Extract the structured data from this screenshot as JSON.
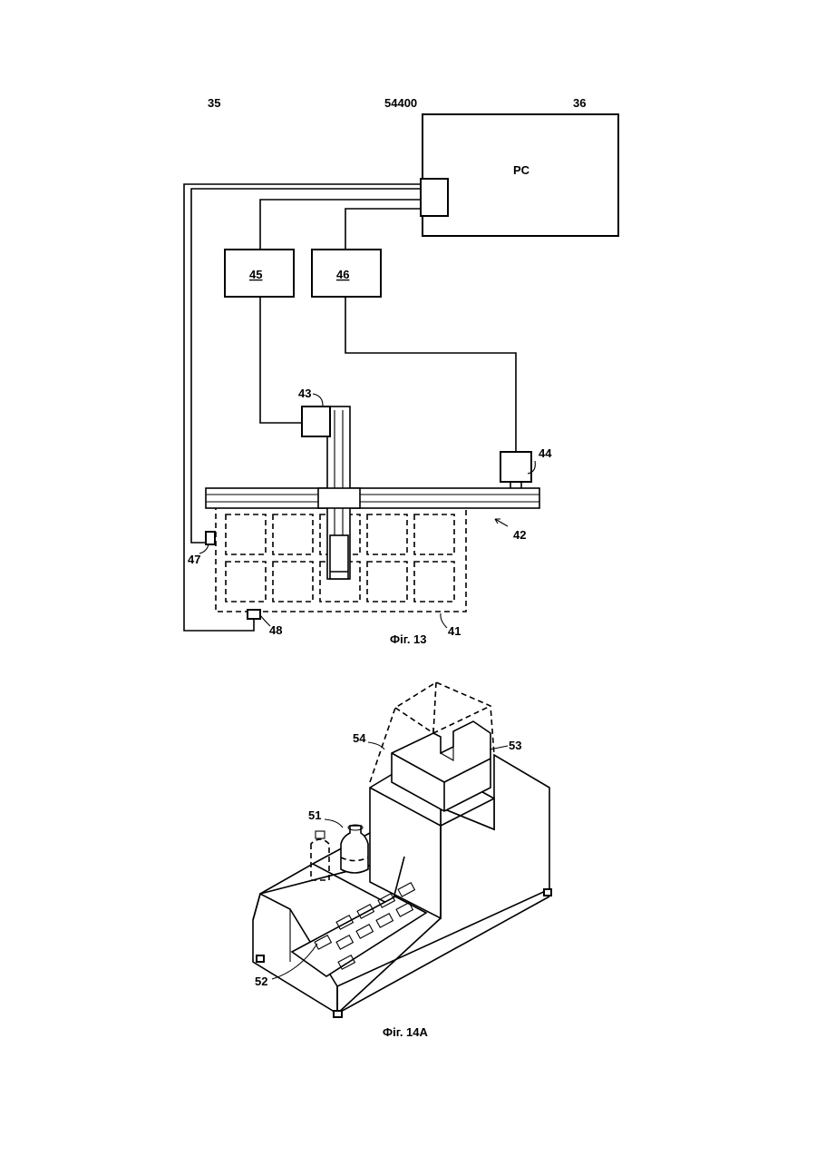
{
  "header": {
    "page_left": "35",
    "page_center": "54400",
    "page_right": "36"
  },
  "fig13": {
    "pc_label": "PC",
    "block_45": "45",
    "block_46": "46",
    "ref_43": "43",
    "ref_44": "44",
    "ref_42": "42",
    "ref_47": "47",
    "ref_48": "48",
    "ref_41": "41",
    "caption": "Фіг. 13"
  },
  "fig14a": {
    "ref_54": "54",
    "ref_53": "53",
    "ref_51": "51",
    "ref_52": "52",
    "caption": "Фіг. 14А"
  }
}
